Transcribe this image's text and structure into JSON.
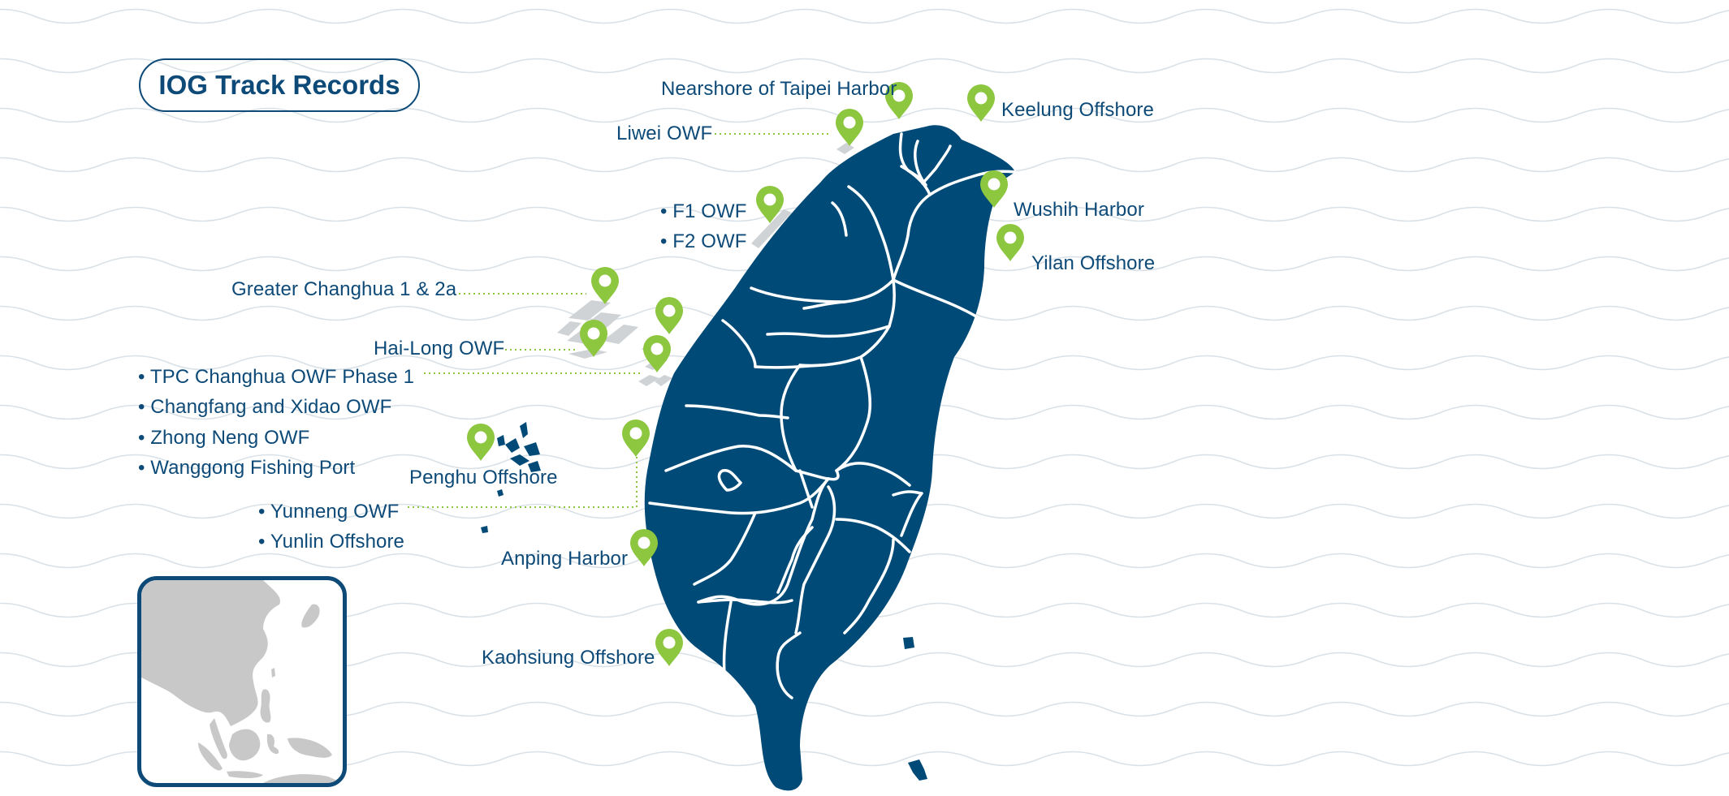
{
  "title": "IOG Track Records",
  "colors": {
    "land": "#004a77",
    "text": "#0d4a78",
    "pin": "#8dc63f",
    "wave": "#d9e1e7",
    "farm": "#d0d3d6",
    "inset_land": "#c8c8c8"
  },
  "icons": [
    "map-pin-icon"
  ],
  "labels": {
    "nearshore_taipei": "Nearshore of Taipei Harbor",
    "liwei": "Liwei OWF",
    "keelung": "Keelung Offshore",
    "f1": "• F1 OWF",
    "f2": "• F2 OWF",
    "wushih": "Wushih Harbor",
    "yilan": "Yilan Offshore",
    "changhua": "Greater Changhua 1 & 2a",
    "hailong": "Hai-Long OWF",
    "tpc": "• TPC Changhua OWF Phase 1",
    "changfang": "• Changfang and Xidao OWF",
    "zhongneng": "• Zhong Neng OWF",
    "wanggong": "• Wanggong Fishing Port",
    "penghu": "Penghu Offshore",
    "yunneng": "• Yunneng OWF",
    "yunlin": "• Yunlin Offshore",
    "anping": "Anping Harbor",
    "kaohsiung": "Kaohsiung Offshore"
  }
}
